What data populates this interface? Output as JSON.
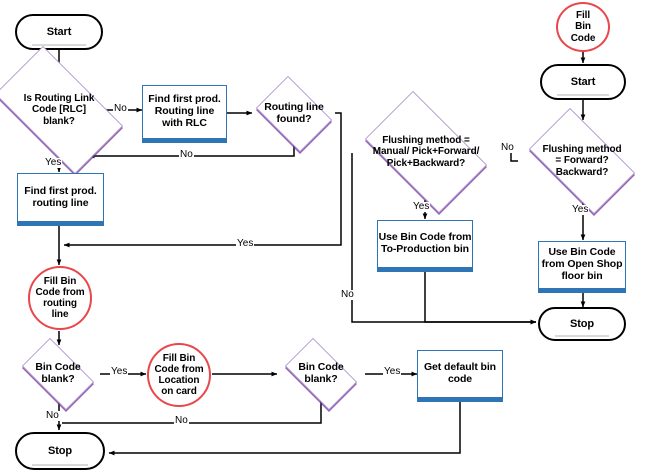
{
  "diagram": {
    "title": "Fill Bin Code flowchart",
    "colors": {
      "process_border": "#2e75b6",
      "decision_border": "#9b7cc4",
      "decision_shadow": "#7030a0",
      "terminator_border": "#000000",
      "circle_border": "#e8474c",
      "connector": "#000000",
      "background": "#ffffff"
    },
    "nodes": [
      {
        "id": "start_left",
        "type": "terminator",
        "label": "Start"
      },
      {
        "id": "rlc_blank",
        "type": "decision",
        "label": "Is Routing Link\nCode [RLC]\nblank?"
      },
      {
        "id": "find_rlc",
        "type": "process",
        "label": "Find first prod.\nRouting line\nwith RLC"
      },
      {
        "id": "routing_found",
        "type": "decision",
        "label": "Routing line\nfound?"
      },
      {
        "id": "find_routing",
        "type": "process",
        "label": "Find first prod.\nrouting line"
      },
      {
        "id": "fill_from_routing",
        "type": "circle",
        "label": "Fill Bin\nCode from\nrouting\nline"
      },
      {
        "id": "bin_blank_1",
        "type": "decision",
        "label": "Bin Code\nblank?"
      },
      {
        "id": "fill_from_location",
        "type": "circle",
        "label": "Fill Bin\nCode from\nLocation\non card"
      },
      {
        "id": "bin_blank_2",
        "type": "decision",
        "label": "Bin Code\nblank?"
      },
      {
        "id": "get_default_bin",
        "type": "process",
        "label": "Get default bin\ncode"
      },
      {
        "id": "stop_left",
        "type": "terminator",
        "label": "Stop"
      },
      {
        "id": "fill_bin_code_title",
        "type": "circle",
        "label": "Fill\nBin\nCode"
      },
      {
        "id": "start_right",
        "type": "terminator",
        "label": "Start"
      },
      {
        "id": "flushing_forward_back",
        "type": "decision",
        "label": "Flushing method\n= Forward?\nBackward?"
      },
      {
        "id": "flushing_manual_pick",
        "type": "decision",
        "label": "Flushing method =\nManual/ Pick+Forward/\nPick+Backward?"
      },
      {
        "id": "use_to_production",
        "type": "process",
        "label": "Use Bin Code from\nTo-Production bin"
      },
      {
        "id": "use_open_shop",
        "type": "process",
        "label": "Use Bin Code\nfrom Open Shop\nfloor bin"
      },
      {
        "id": "stop_right",
        "type": "terminator",
        "label": "Stop"
      }
    ],
    "edge_labels": {
      "rlc_no": "No",
      "rlc_yes": "Yes",
      "routing_found_no": "No",
      "routing_found_yes": "Yes",
      "bin1_yes": "Yes",
      "bin1_no": "No",
      "bin2_yes": "Yes",
      "bin2_no": "No",
      "flushing_fb_no": "No",
      "flushing_fb_yes": "Yes",
      "flushing_mp_yes": "Yes",
      "flushing_mp_no": "No"
    }
  }
}
